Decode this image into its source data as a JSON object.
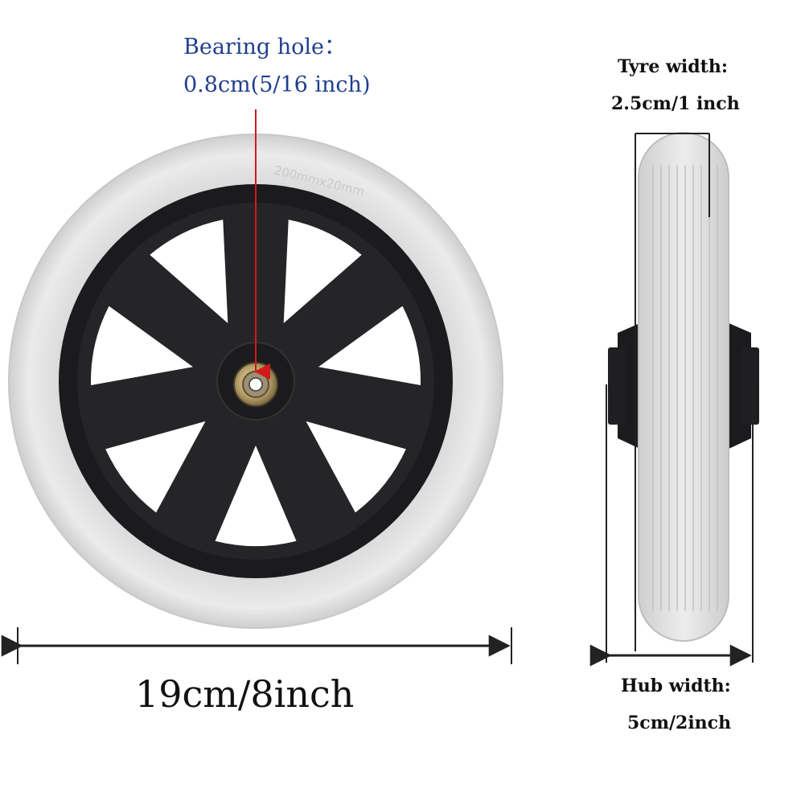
{
  "labels": {
    "bearing_hole_title": "Bearing hole：",
    "bearing_hole_value": "0.8cm(5/16 inch)",
    "tyre_width_title": "Tyre width:",
    "tyre_width_value": "2.5cm/1 inch",
    "diameter": "19cm/8inch",
    "hub_width_title": "Hub width:",
    "hub_width_value": "5cm/2inch",
    "tyre_imprint": "200mmx20mm"
  },
  "colors": {
    "tyre": "#e4e4e4",
    "hub": "#1b1b1d",
    "bearing_label": "#1f3f8f",
    "pointer": "#d21a1a",
    "dimension_lines": "#222222"
  },
  "wheel": {
    "spoke_count": 7
  }
}
